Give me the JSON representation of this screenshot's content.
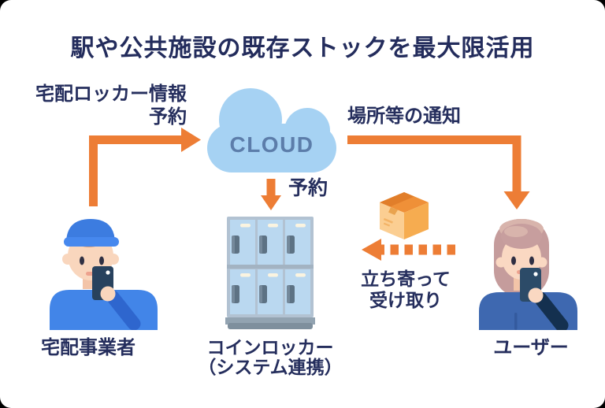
{
  "title": "駅や公共施設の既存ストックを最大限活用",
  "cloud": {
    "label": "CLOUD"
  },
  "flows": {
    "provider_to_cloud": {
      "line1": "宅配ロッカー情報",
      "line2": "予約"
    },
    "cloud_to_user": {
      "label": "場所等の通知"
    },
    "cloud_to_locker": {
      "label": "予約"
    },
    "user_to_locker": {
      "line1": "立ち寄って",
      "line2": "受け取り"
    }
  },
  "actors": {
    "provider": {
      "label": "宅配事業者"
    },
    "locker": {
      "label_line1": "コインロッカー",
      "label_line2": "（システム連携）"
    },
    "user": {
      "label": "ユーザー"
    }
  },
  "colors": {
    "accent_orange": "#ED7D35",
    "text_navy": "#252E5D",
    "cloud_fill": "#A6D2F3",
    "cloud_text": "#5C7DAA",
    "locker_door": "#BAD8F0",
    "locker_frame": "#B2C2D2",
    "package_orange": "#F5A04A",
    "provider_blue": "#4285E8",
    "user_blue": "#3E68B0"
  }
}
